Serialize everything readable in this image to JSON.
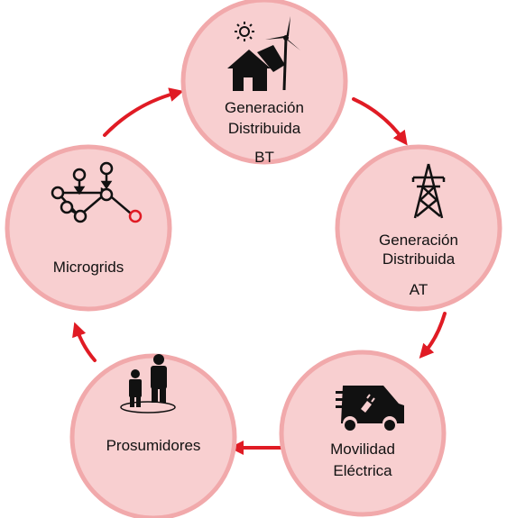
{
  "nodes": {
    "gen_bt": {
      "line1": "Generación",
      "line2": "Distribuida",
      "line3": "BT",
      "icons": [
        "sun-icon",
        "house-solar-icon",
        "wind-turbine-icon"
      ]
    },
    "gen_at": {
      "line1": "Generación",
      "line2": "Distribuida",
      "line3": "AT",
      "icons": [
        "transmission-tower-icon"
      ]
    },
    "movilidad": {
      "line1": "Movilidad",
      "line2": "Eléctrica",
      "icons": [
        "electric-vehicle-icon"
      ]
    },
    "prosumidores": {
      "line1": "Prosumidores",
      "icons": [
        "people-icon"
      ]
    },
    "microgrids": {
      "line1": "Microgrids",
      "icons": [
        "network-graph-icon"
      ]
    }
  },
  "colors": {
    "circle_fill": "#f8cfd0",
    "circle_stroke": "#f1a9ab",
    "arrow": "#e01b24",
    "icon": "#111111"
  }
}
